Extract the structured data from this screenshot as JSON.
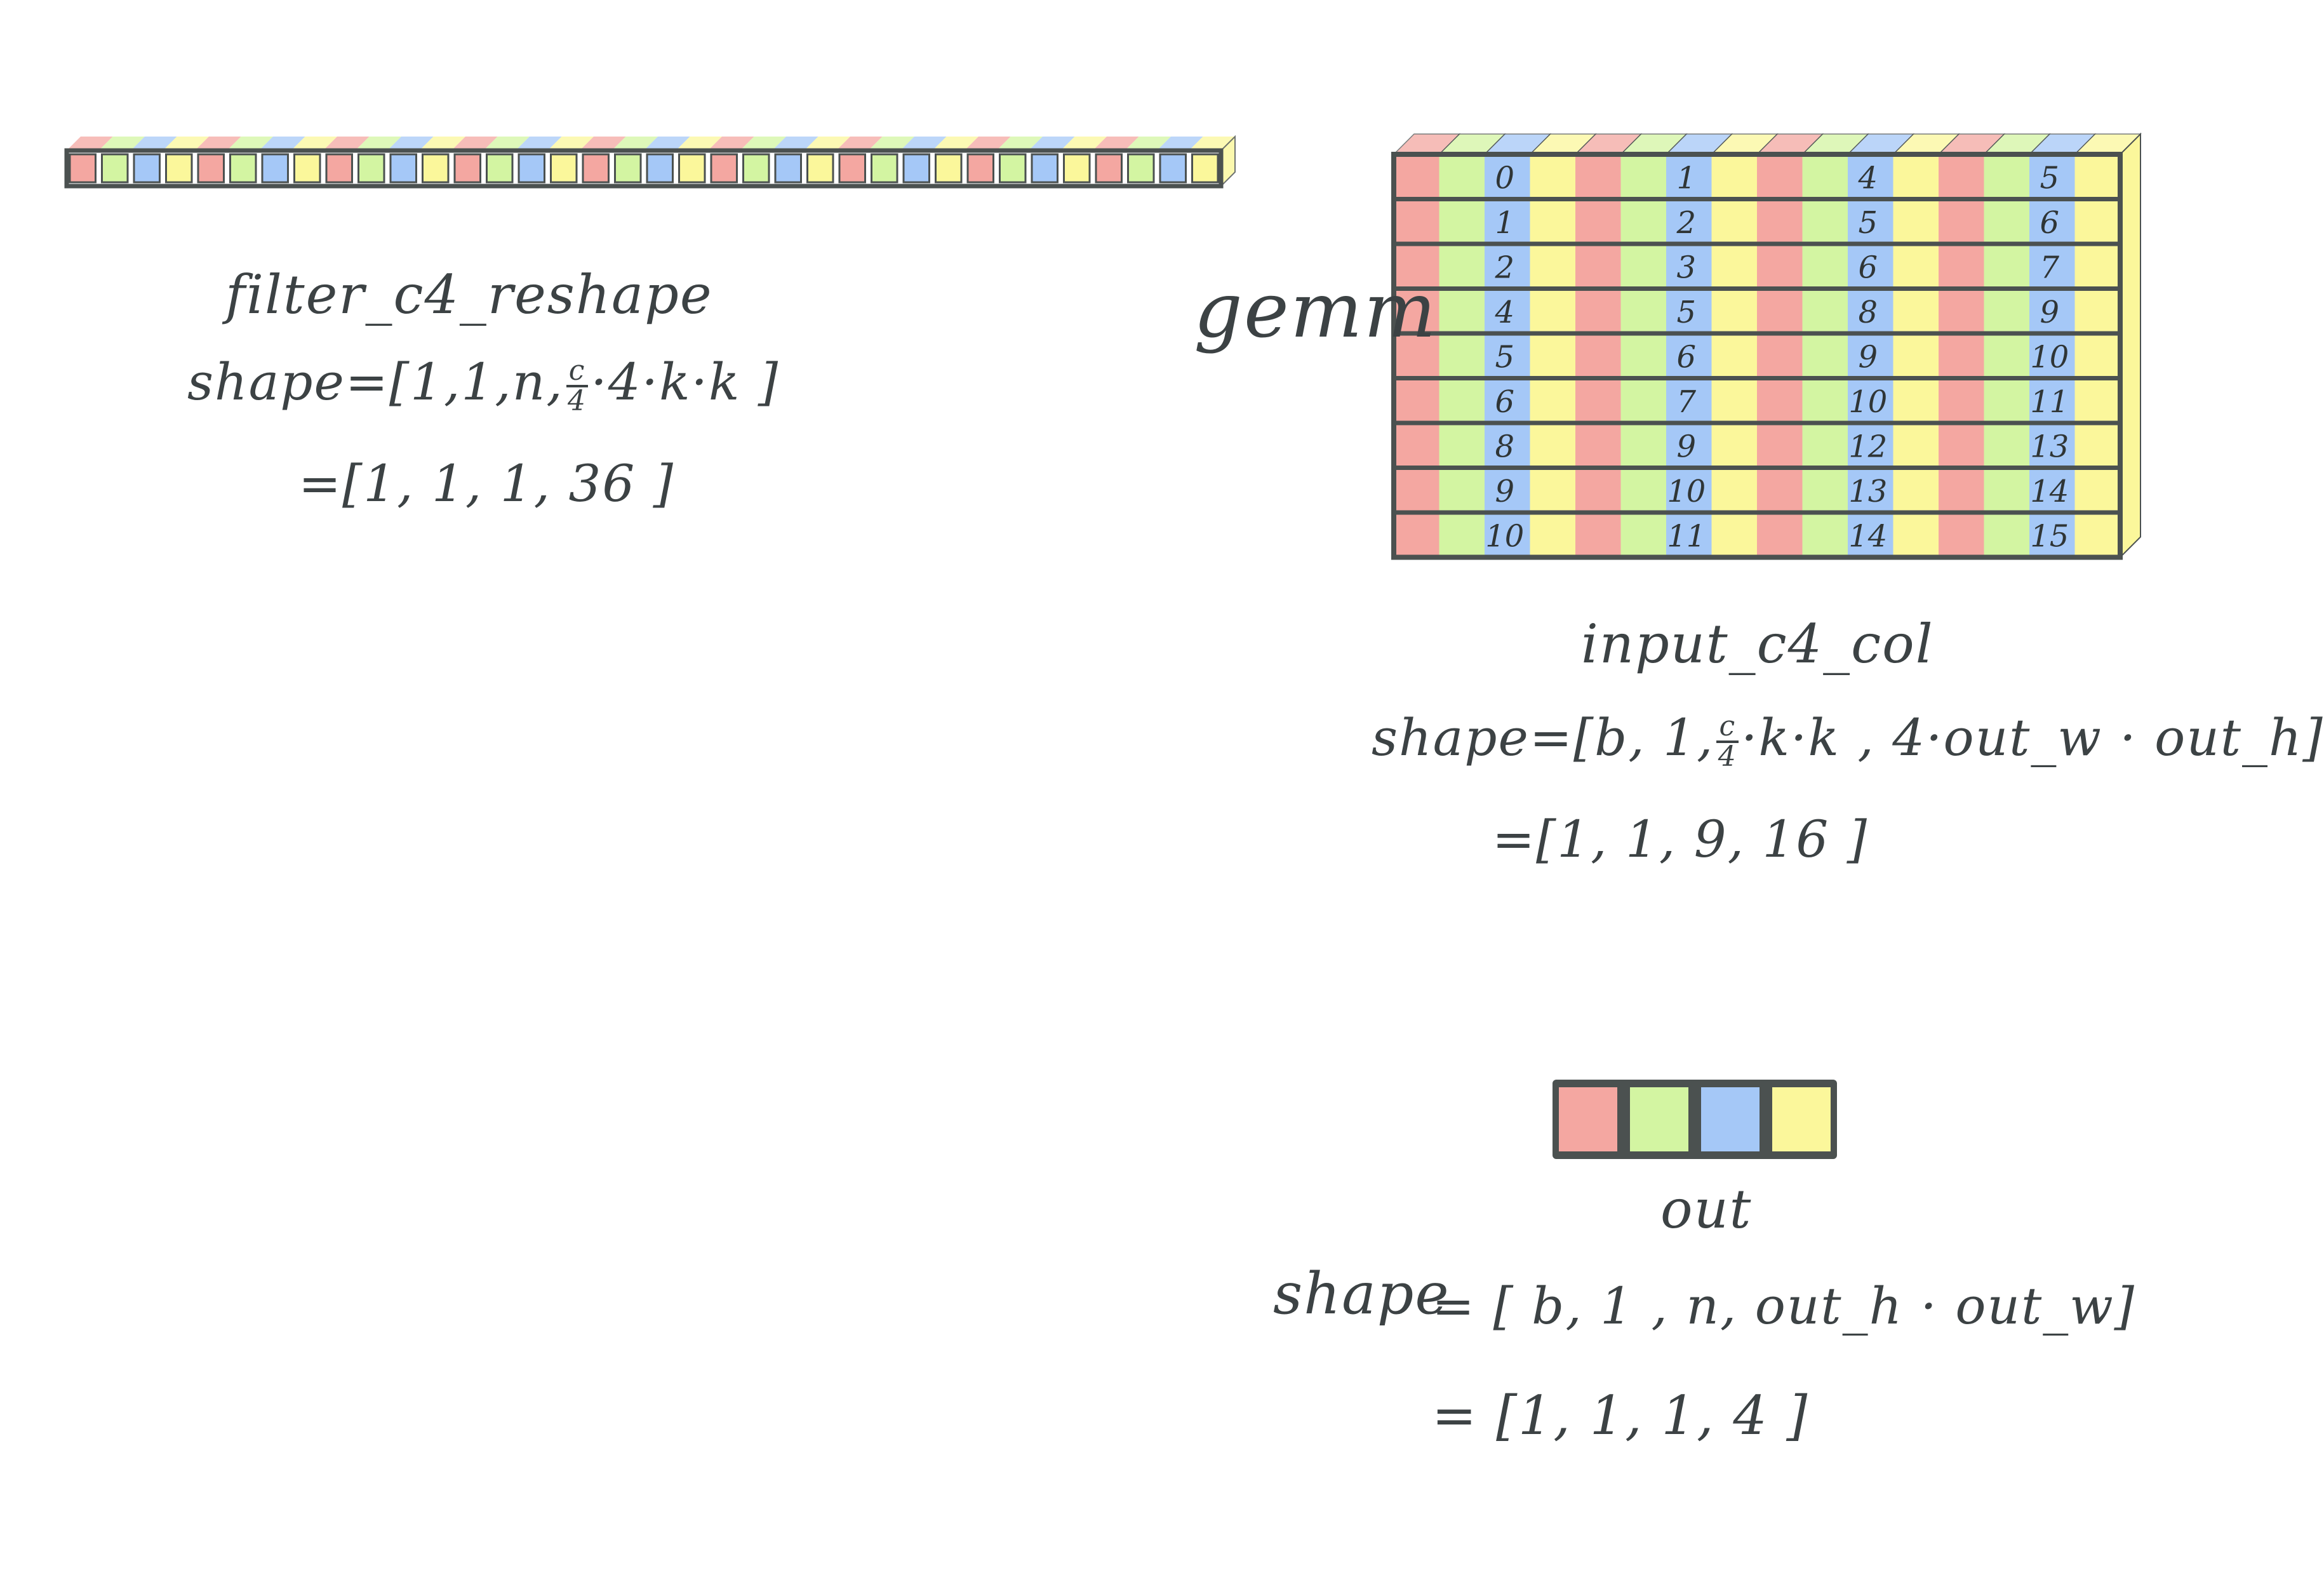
{
  "colors": {
    "red": "#f4a7a1",
    "green": "#d3f5a2",
    "blue": "#a5c8f7",
    "yellow": "#fbf79b",
    "stroke": "#4b5150"
  },
  "filter": {
    "name": "filter_c4_reshape",
    "shape_prefix": "shape=[1,1,n,",
    "shape_frac_num": "c",
    "shape_frac_den": "4",
    "shape_suffix": "·4·k·k ]",
    "value": "=[1, 1, 1, 36 ]",
    "cells": 36
  },
  "gemm_label": "gemm",
  "input": {
    "name": "input_c4_col",
    "shape_prefix": "shape=[b, 1,",
    "shape_frac_num": "c",
    "shape_frac_den": "4",
    "shape_suffix": "·k·k , 4·out_w · out_h]",
    "value": "=[1, 1, 9, 16 ]",
    "rows": 9,
    "groups": 4,
    "numbers": [
      [
        "0",
        "1",
        "4",
        "5"
      ],
      [
        "1",
        "2",
        "5",
        "6"
      ],
      [
        "2",
        "3",
        "6",
        "7"
      ],
      [
        "4",
        "5",
        "8",
        "9"
      ],
      [
        "5",
        "6",
        "9",
        "10"
      ],
      [
        "6",
        "7",
        "10",
        "11"
      ],
      [
        "8",
        "9",
        "12",
        "13"
      ],
      [
        "9",
        "10",
        "13",
        "14"
      ],
      [
        "10",
        "11",
        "14",
        "15"
      ]
    ]
  },
  "out": {
    "name": "out",
    "shape_label": "shape",
    "shape_text": "= [ b, 1 , n, out_h · out_w]",
    "value": "= [1, 1, 1, 4 ]",
    "cells": 4
  }
}
